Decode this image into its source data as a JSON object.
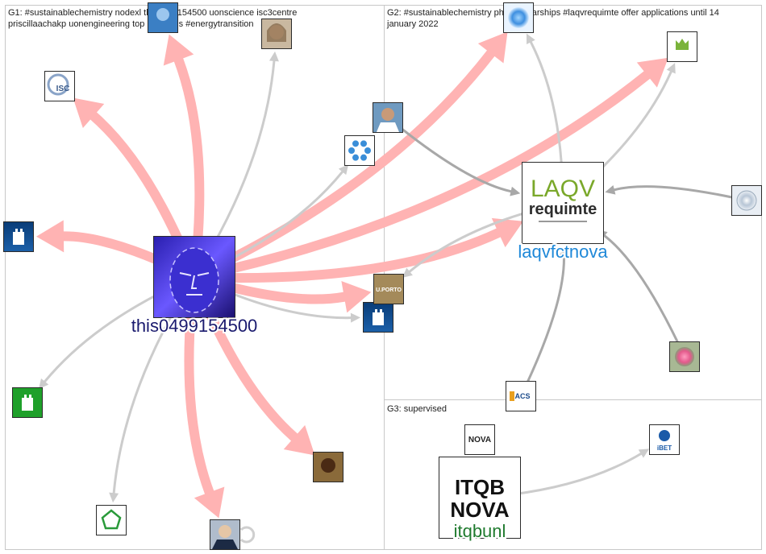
{
  "groups": [
    {
      "id": "G1",
      "label_lines": [
        "G1: #sustainablechemistry nodexl this0499154500 uonscience isc3centre",
        "priscillaachakp uonengineering top hashtags #energytransition"
      ]
    },
    {
      "id": "G2",
      "label_lines": [
        "G2: #sustainablechemistry phd scholarships #laqvrequimte offer applications until 14",
        "january 2022"
      ]
    },
    {
      "id": "G3",
      "label_lines": [
        "G3: supervised"
      ]
    }
  ],
  "colors": {
    "edge_strong": "#ffb3b3",
    "edge_light": "#cccccc",
    "edge_medium": "#a8a8a8",
    "label_g1": "#1a1a6e",
    "label_g2": "#1e88d8",
    "label_g3": "#1f7a2e",
    "laqv_green": "#7aa82a",
    "laqv_dark": "#2d2d2d"
  },
  "nodes": [
    {
      "id": "this0499154500",
      "label": "this0499154500",
      "icon": "face-paint-avatar-icon",
      "label_color": "label_g1"
    },
    {
      "id": "laqvfctnova",
      "label": "laqvfctnova",
      "icon": "laqv-requimte-logo-icon",
      "logo_text": [
        "LAQV",
        "requimte"
      ],
      "label_color": "label_g2"
    },
    {
      "id": "itqbunl",
      "label": "itqbunl",
      "icon": "itqb-nova-logo-icon",
      "logo_text": [
        "ITQB",
        "NOVA"
      ],
      "label_color": "label_g3"
    },
    {
      "id": "isc3centre",
      "label": "",
      "icon": "isc-logo-icon",
      "logo_text": [
        "ISC"
      ]
    },
    {
      "id": "g1-top-avatar",
      "label": "",
      "icon": "blue-avatar-icon"
    },
    {
      "id": "priscillaachakp",
      "label": "",
      "icon": "woman-avatar-icon"
    },
    {
      "id": "uon-castle-left",
      "label": "",
      "icon": "castle-logo-icon"
    },
    {
      "id": "uon-castle-green",
      "label": "",
      "icon": "green-castle-logo-icon"
    },
    {
      "id": "pentagon-node",
      "label": "",
      "icon": "pentagon-logo-icon"
    },
    {
      "id": "man-suit",
      "label": "",
      "icon": "man-suit-avatar-icon"
    },
    {
      "id": "woman-bottom",
      "label": "",
      "icon": "woman-dark-avatar-icon"
    },
    {
      "id": "uon-castle-center",
      "label": "",
      "icon": "castle-logo-icon"
    },
    {
      "id": "uporto",
      "label": "",
      "icon": "uporto-logo-icon",
      "logo_text": [
        "U.PORTO"
      ]
    },
    {
      "id": "people-circle",
      "label": "",
      "icon": "people-circle-logo-icon"
    },
    {
      "id": "man-glasses",
      "label": "",
      "icon": "man-avatar-icon"
    },
    {
      "id": "blue-orb",
      "label": "",
      "icon": "blue-orb-icon"
    },
    {
      "id": "uminho",
      "label": "",
      "icon": "green-logo-icon"
    },
    {
      "id": "gray-orb",
      "label": "",
      "icon": "gray-orb-icon"
    },
    {
      "id": "pink-flower",
      "label": "",
      "icon": "flower-photo-icon"
    },
    {
      "id": "acs",
      "label": "",
      "icon": "acs-logo-icon",
      "logo_text": [
        "ACS"
      ]
    },
    {
      "id": "nova",
      "label": "",
      "icon": "nova-logo-icon",
      "logo_text": [
        "NOVA"
      ]
    },
    {
      "id": "ibet",
      "label": "",
      "icon": "ibet-logo-icon",
      "logo_text": [
        "iBET"
      ]
    }
  ],
  "edges": [
    {
      "from": "this0499154500",
      "to": "g1-top-avatar",
      "weight": "strong"
    },
    {
      "from": "this0499154500",
      "to": "isc3centre",
      "weight": "strong"
    },
    {
      "from": "this0499154500",
      "to": "uon-castle-left",
      "weight": "strong"
    },
    {
      "from": "this0499154500",
      "to": "priscillaachakp",
      "weight": "light"
    },
    {
      "from": "this0499154500",
      "to": "blue-orb",
      "weight": "strong"
    },
    {
      "from": "this0499154500",
      "to": "uminho",
      "weight": "strong"
    },
    {
      "from": "this0499154500",
      "to": "laqvfctnova",
      "weight": "strong"
    },
    {
      "from": "this0499154500",
      "to": "uporto",
      "weight": "strong"
    },
    {
      "from": "this0499154500",
      "to": "uon-castle-center",
      "weight": "light"
    },
    {
      "from": "this0499154500",
      "to": "people-circle",
      "weight": "light"
    },
    {
      "from": "this0499154500",
      "to": "woman-bottom",
      "weight": "strong"
    },
    {
      "from": "this0499154500",
      "to": "man-suit",
      "weight": "strong"
    },
    {
      "from": "this0499154500",
      "to": "pentagon-node",
      "weight": "light"
    },
    {
      "from": "this0499154500",
      "to": "uon-castle-green",
      "weight": "light"
    },
    {
      "from": "man-glasses",
      "to": "laqvfctnova",
      "weight": "medium"
    },
    {
      "from": "gray-orb",
      "to": "laqvfctnova",
      "weight": "medium"
    },
    {
      "from": "pink-flower",
      "to": "laqvfctnova",
      "weight": "medium"
    },
    {
      "from": "acs",
      "to": "laqvfctnova",
      "weight": "medium"
    },
    {
      "from": "laqvfctnova",
      "to": "blue-orb",
      "weight": "light"
    },
    {
      "from": "laqvfctnova",
      "to": "uminho",
      "weight": "light"
    },
    {
      "from": "laqvfctnova",
      "to": "uporto",
      "weight": "light"
    },
    {
      "from": "itqbunl",
      "to": "ibet",
      "weight": "light"
    },
    {
      "from": "itqbunl",
      "to": "nova",
      "weight": "light"
    }
  ]
}
